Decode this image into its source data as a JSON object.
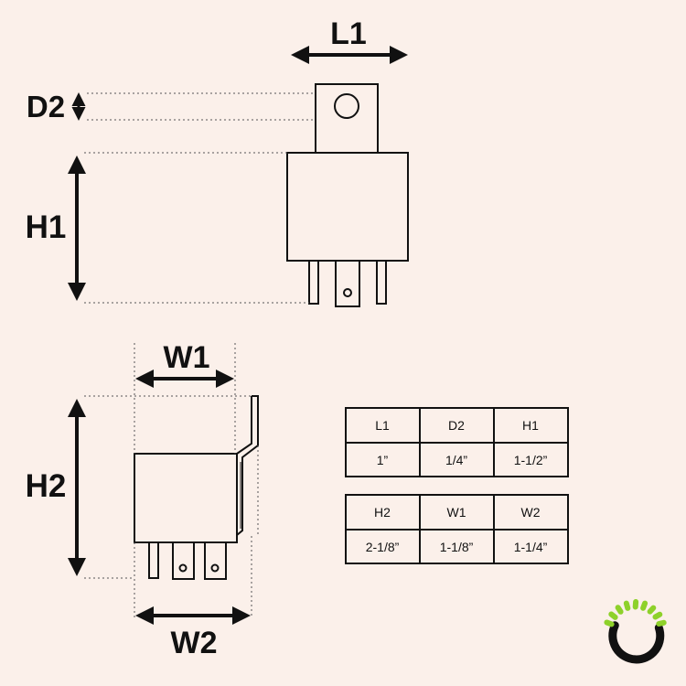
{
  "labels": {
    "l1": "L1",
    "d2": "D2",
    "h1": "H1",
    "w1": "W1",
    "h2": "H2",
    "w2": "W2"
  },
  "tables": [
    {
      "headers": [
        "L1",
        "D2",
        "H1"
      ],
      "values": [
        "1”",
        "1/4”",
        "1-1/2”"
      ]
    },
    {
      "headers": [
        "H2",
        "W1",
        "W2"
      ],
      "values": [
        "2-1/8”",
        "1-1/8”",
        "1-1/4”"
      ]
    }
  ],
  "colors": {
    "background": "#fbf0ea",
    "ink": "#111111",
    "logo_green": "#8ed12a",
    "logo_dark": "#111111"
  },
  "icons": {
    "logo": "brand-ring-logo-icon"
  }
}
